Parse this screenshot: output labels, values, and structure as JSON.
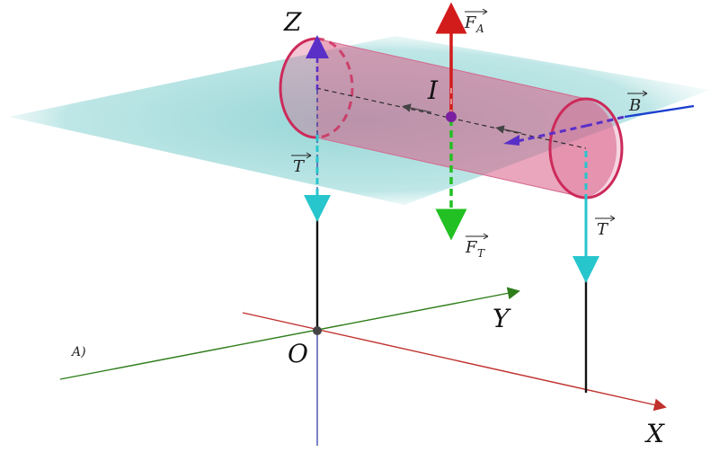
{
  "labels": {
    "axis_x": "X",
    "axis_y": "Y",
    "axis_z": "Z",
    "origin": "O",
    "center": "I",
    "panel_tag": "A)",
    "vec_fa_main": "F",
    "vec_fa_sub": "A",
    "vec_ft_main": "F",
    "vec_ft_sub": "T",
    "vec_t_left": "T",
    "vec_t_right": "T",
    "vec_b": "B"
  },
  "colors": {
    "plane": "#8fd3d3",
    "cylinder_fill": "#d95c86",
    "cylinder_edge": "#cc2a5a",
    "axis_x": "#c0302c",
    "axis_y": "#2e7d1a",
    "axis_z": "#2230a0",
    "force_a": "#d21b1b",
    "force_t": "#22c022",
    "tension": "#27c6cc",
    "field_b": "#1a3fcf",
    "thread": "#111111",
    "point": "#7a1fa0"
  },
  "icons": {
    "vector_arrow": "right-arrow-overline"
  }
}
